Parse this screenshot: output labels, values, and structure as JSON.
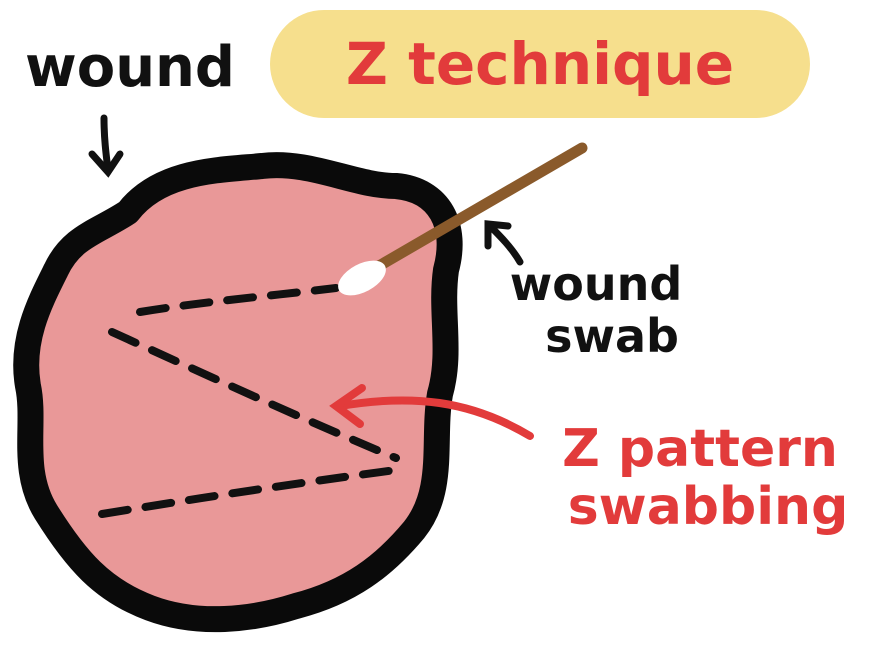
{
  "title": "Z technique",
  "labels": {
    "wound": "wound",
    "swab_line1": "wound",
    "swab_line2": "swab",
    "pattern_line1": "Z pattern",
    "pattern_line2": "swabbing"
  },
  "colors": {
    "title_highlight": "#f6df8d",
    "title_text": "#e23b3b",
    "wound_fill": "#e99898",
    "wound_outline": "#0a0a0a",
    "swab_stick": "#8a5a2b",
    "swab_tip": "#ffffff",
    "pattern_text": "#e23b3b",
    "pattern_arrow": "#e23b3b",
    "label_text": "#111111"
  }
}
